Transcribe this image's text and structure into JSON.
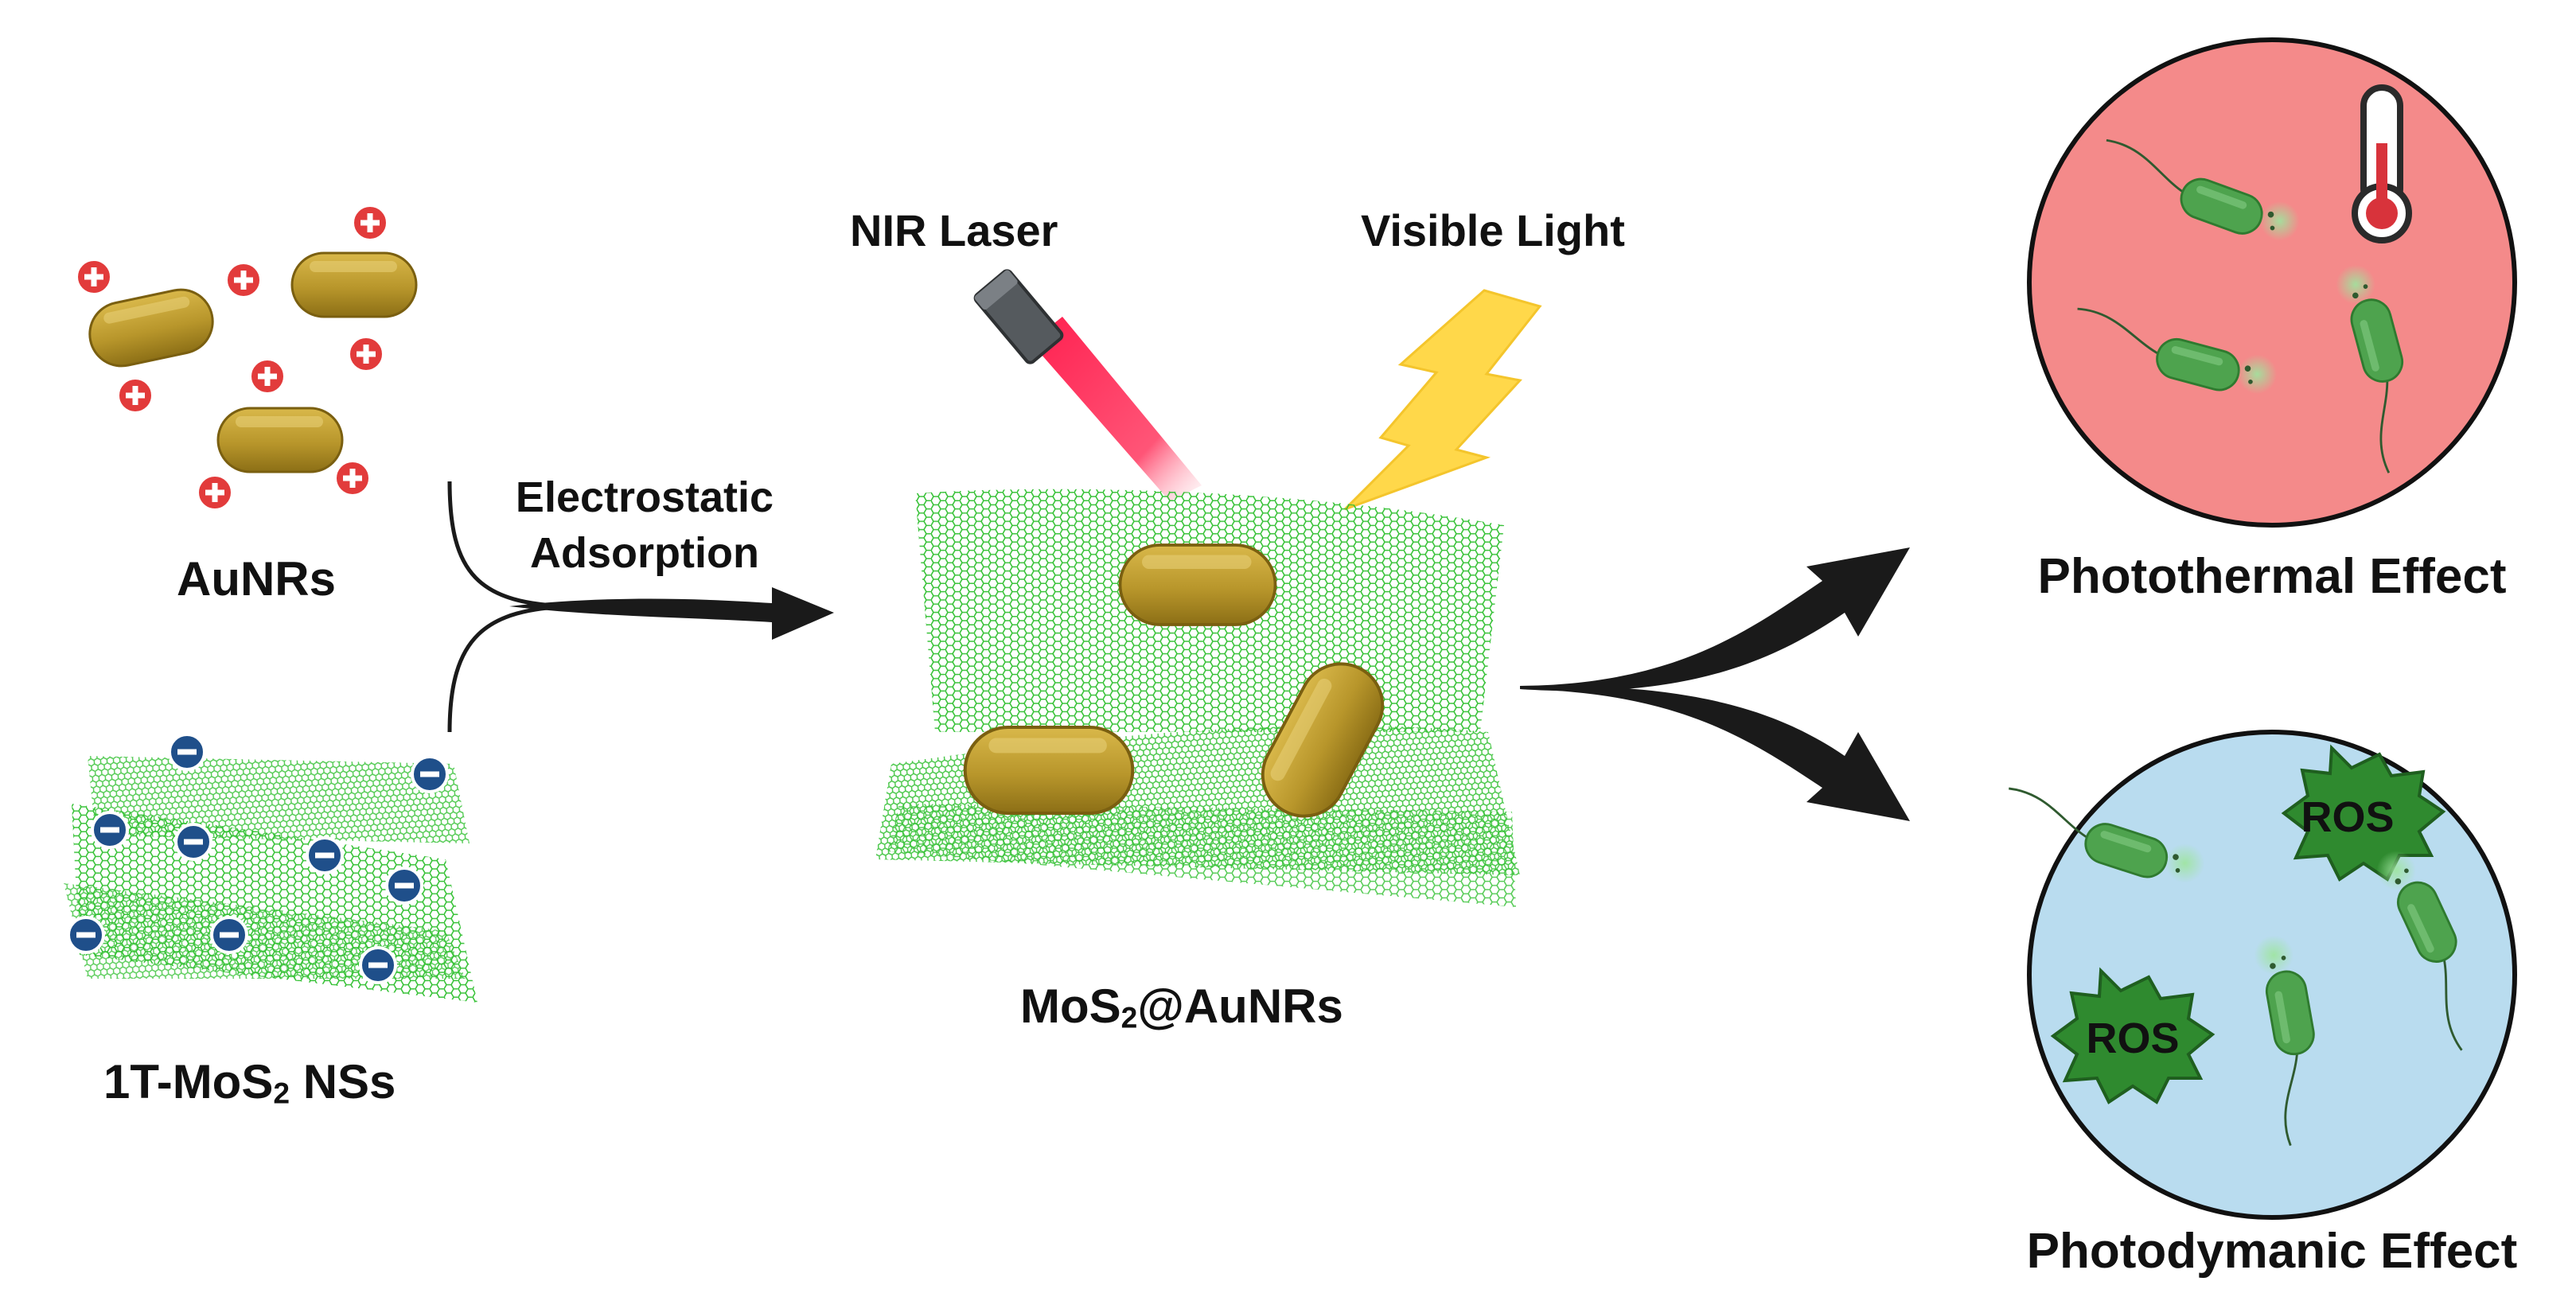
{
  "labels": {
    "aunrs": "AuNRs",
    "mos2_prefix": "1T-MoS",
    "mos2_sub": "2",
    "mos2_suffix": " NSs",
    "electrostatic": "Electrostatic",
    "adsorption": "Adsorption",
    "nir_laser": "NIR Laser",
    "visible_light": "Visible Light",
    "composite_prefix": "MoS",
    "composite_sub": "2",
    "composite_suffix": "@AuNRs",
    "photothermal": "Photothermal Effect",
    "photodynamic": "Photodymanic Effect",
    "ros_1": "ROS",
    "ros_2": "ROS"
  },
  "charges": {
    "positive": "+",
    "negative": "−"
  },
  "colors": {
    "gold_rod": "#b8962b",
    "gold_rod_dark": "#8c6f16",
    "nanosheet": "#3cc23c",
    "positive_charge": "#e23b3b",
    "negative_charge": "#1f4f8a",
    "photothermal_bg": "#f48a8a",
    "photodynamic_bg": "#b9dcef",
    "bacteria": "#4ea34e",
    "ros_star": "#2f8a2f",
    "laser": "#ff2a55",
    "lightning": "#ffd84a",
    "arrow": "#1a1a1a"
  },
  "icons": [
    "plus-charge-icon",
    "minus-charge-icon",
    "laser-pointer-icon",
    "lightning-bolt-icon",
    "thermometer-icon",
    "bacteria-icon",
    "ros-burst-icon",
    "arrow-icon"
  ]
}
